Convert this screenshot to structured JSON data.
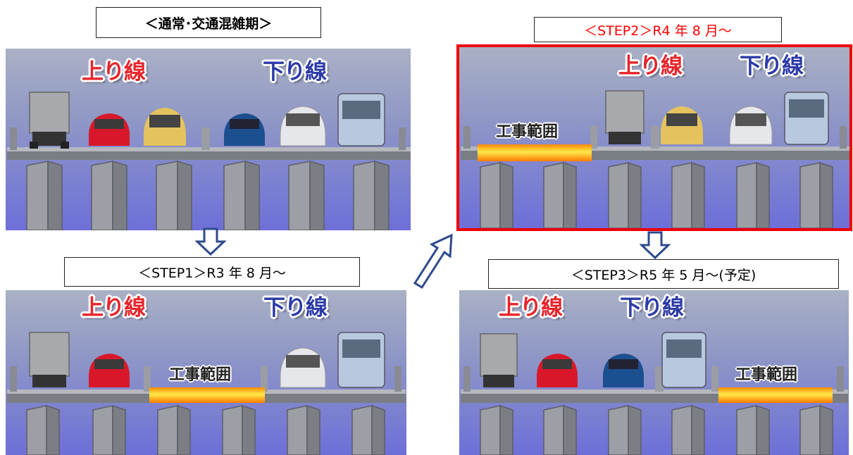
{
  "captions": {
    "normal": "＜通常･交通混雑期＞",
    "step1": "＜STEP1＞R3 年 8 月～",
    "step2": "＜STEP2＞R4 年 8 月～",
    "step3": "＜STEP3＞R5 年 5 月～(予定)"
  },
  "labels": {
    "up_line": "上り線",
    "down_line": "下り線",
    "work_zone": "工事範囲"
  },
  "colors": {
    "up_line": "#e8242a",
    "down_line": "#2b3aa8",
    "highlight_border": "#ee0000",
    "step2_caption": "#ff0000",
    "arrow_outline": "#2d4a8c"
  },
  "panels": [
    {
      "id": "normal",
      "vehicles": [
        "truck",
        "red-car",
        "yellow-car",
        "blue-car",
        "white-car",
        "blue-truck"
      ],
      "work_zone": null
    },
    {
      "id": "step1",
      "vehicles": [
        "truck",
        "red-car",
        "white-car",
        "blue-truck"
      ],
      "work_zone": "center"
    },
    {
      "id": "step2",
      "vehicles": [
        "truck",
        "yellow-car",
        "white-car",
        "blue-truck"
      ],
      "work_zone": "left"
    },
    {
      "id": "step3",
      "vehicles": [
        "truck",
        "red-car",
        "blue-car",
        "blue-truck"
      ],
      "work_zone": "right"
    }
  ],
  "arrows": [
    "down-arrow",
    "diagonal-up-right-arrow",
    "down-arrow"
  ]
}
